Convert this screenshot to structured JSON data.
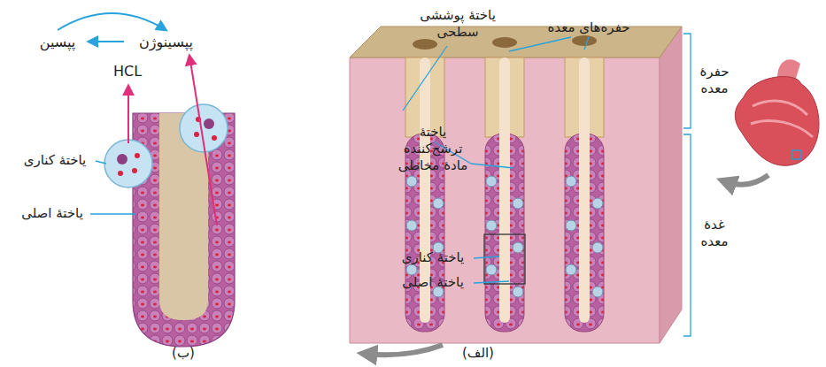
{
  "diagram": {
    "nodes": [
      {
        "text": [
          "پپسین"
        ]
      },
      {
        "text": [
          "پپسینوژن"
        ]
      },
      {
        "text": [
          "HCL"
        ]
      }
    ],
    "edges": [
      {
        "from": 1,
        "to": 0,
        "arrow": "to"
      },
      {
        "from": 0,
        "to": 1,
        "arrow": "to"
      }
    ],
    "labels": [
      "یاختهٔ پوششی سطحی",
      "حفره‌های معده",
      "حفرهٔ معده",
      "یاختهٔ ترشح‌کننده مادهٔ مخاطی",
      "غدهٔ معده",
      "یاختهٔ کناری",
      "یاختهٔ اصلی",
      "(الف)",
      "یاختهٔ کناری",
      "یاختهٔ اصلی",
      "(ب)"
    ]
  }
}
